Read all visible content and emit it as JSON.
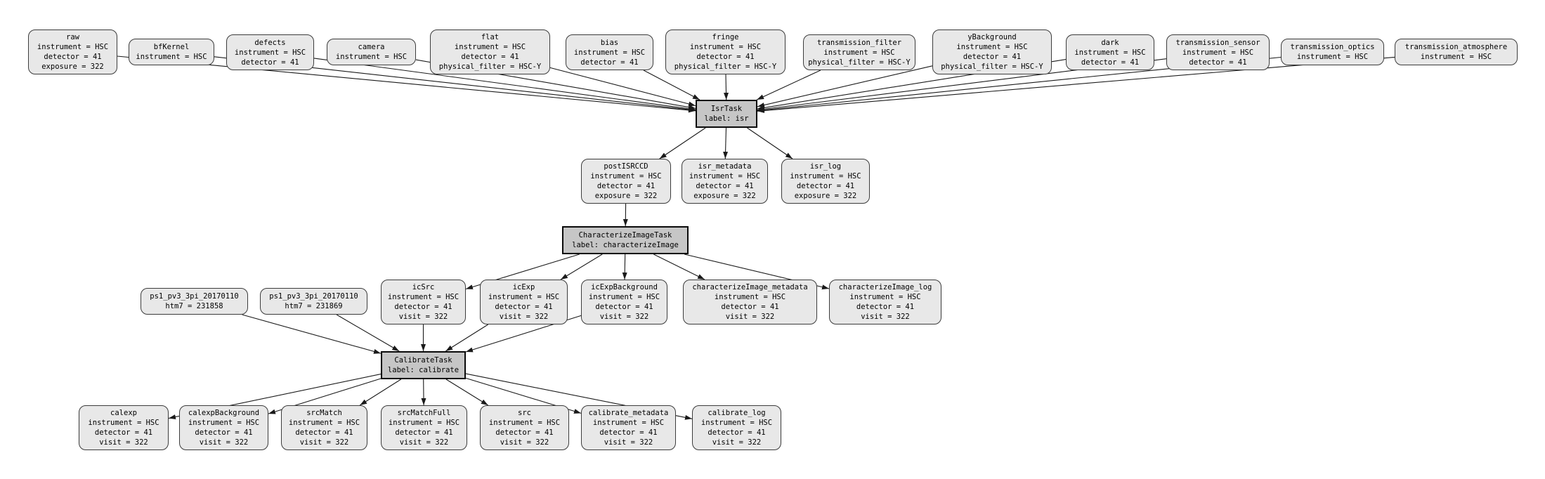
{
  "diagram": {
    "title": "pipeline quantum graph",
    "colors": {
      "background": "#ffffff",
      "dataset_fill": "#e8e8e8",
      "dataset_border": "#3c3c3c",
      "task_fill": "#c6c6c6",
      "task_border": "#0a0a0a",
      "edge": "#1a1a1a",
      "text": "#000000"
    }
  },
  "nodes": {
    "raw": {
      "kind": "dataset",
      "lines": [
        "raw",
        "instrument = HSC",
        "detector = 41",
        "exposure = 322"
      ]
    },
    "bfKernel": {
      "kind": "dataset",
      "lines": [
        "bfKernel",
        "instrument = HSC"
      ]
    },
    "defects": {
      "kind": "dataset",
      "lines": [
        "defects",
        "instrument = HSC",
        "detector = 41"
      ]
    },
    "camera": {
      "kind": "dataset",
      "lines": [
        "camera",
        "instrument = HSC"
      ]
    },
    "flat": {
      "kind": "dataset",
      "lines": [
        "flat",
        "instrument = HSC",
        "detector = 41",
        "physical_filter = HSC-Y"
      ]
    },
    "bias": {
      "kind": "dataset",
      "lines": [
        "bias",
        "instrument = HSC",
        "detector = 41"
      ]
    },
    "fringe": {
      "kind": "dataset",
      "lines": [
        "fringe",
        "instrument = HSC",
        "detector = 41",
        "physical_filter = HSC-Y"
      ]
    },
    "transmission_filter": {
      "kind": "dataset",
      "lines": [
        "transmission_filter",
        "instrument = HSC",
        "physical_filter = HSC-Y"
      ]
    },
    "yBackground": {
      "kind": "dataset",
      "lines": [
        "yBackground",
        "instrument = HSC",
        "detector = 41",
        "physical_filter = HSC-Y"
      ]
    },
    "dark": {
      "kind": "dataset",
      "lines": [
        "dark",
        "instrument = HSC",
        "detector = 41"
      ]
    },
    "transmission_sensor": {
      "kind": "dataset",
      "lines": [
        "transmission_sensor",
        "instrument = HSC",
        "detector = 41"
      ]
    },
    "transmission_optics": {
      "kind": "dataset",
      "lines": [
        "transmission_optics",
        "instrument = HSC"
      ]
    },
    "transmission_atmosphere": {
      "kind": "dataset",
      "lines": [
        "transmission_atmosphere",
        "instrument = HSC"
      ]
    },
    "isr": {
      "kind": "task",
      "lines": [
        "IsrTask",
        "label: isr"
      ]
    },
    "postISRCCD": {
      "kind": "dataset",
      "lines": [
        "postISRCCD",
        "instrument = HSC",
        "detector = 41",
        "exposure = 322"
      ]
    },
    "isr_metadata": {
      "kind": "dataset",
      "lines": [
        "isr_metadata",
        "instrument = HSC",
        "detector = 41",
        "exposure = 322"
      ]
    },
    "isr_log": {
      "kind": "dataset",
      "lines": [
        "isr_log",
        "instrument = HSC",
        "detector = 41",
        "exposure = 322"
      ]
    },
    "characterizeImage": {
      "kind": "task",
      "lines": [
        "CharacterizeImageTask",
        "label: characterizeImage"
      ]
    },
    "ps1_a": {
      "kind": "dataset",
      "lines": [
        "ps1_pv3_3pi_20170110",
        "htm7 = 231858"
      ]
    },
    "ps1_b": {
      "kind": "dataset",
      "lines": [
        "ps1_pv3_3pi_20170110",
        "htm7 = 231869"
      ]
    },
    "icSrc": {
      "kind": "dataset",
      "lines": [
        "icSrc",
        "instrument = HSC",
        "detector = 41",
        "visit = 322"
      ]
    },
    "icExp": {
      "kind": "dataset",
      "lines": [
        "icExp",
        "instrument = HSC",
        "detector = 41",
        "visit = 322"
      ]
    },
    "icExpBackground": {
      "kind": "dataset",
      "lines": [
        "icExpBackground",
        "instrument = HSC",
        "detector = 41",
        "visit = 322"
      ]
    },
    "characterizeImage_metadata": {
      "kind": "dataset",
      "lines": [
        "characterizeImage_metadata",
        "instrument = HSC",
        "detector = 41",
        "visit = 322"
      ]
    },
    "characterizeImage_log": {
      "kind": "dataset",
      "lines": [
        "characterizeImage_log",
        "instrument = HSC",
        "detector = 41",
        "visit = 322"
      ]
    },
    "calibrate": {
      "kind": "task",
      "lines": [
        "CalibrateTask",
        "label: calibrate"
      ]
    },
    "calexp": {
      "kind": "dataset",
      "lines": [
        "calexp",
        "instrument = HSC",
        "detector = 41",
        "visit = 322"
      ]
    },
    "calexpBackground": {
      "kind": "dataset",
      "lines": [
        "calexpBackground",
        "instrument = HSC",
        "detector = 41",
        "visit = 322"
      ]
    },
    "srcMatch": {
      "kind": "dataset",
      "lines": [
        "srcMatch",
        "instrument = HSC",
        "detector = 41",
        "visit = 322"
      ]
    },
    "srcMatchFull": {
      "kind": "dataset",
      "lines": [
        "srcMatchFull",
        "instrument = HSC",
        "detector = 41",
        "visit = 322"
      ]
    },
    "src": {
      "kind": "dataset",
      "lines": [
        "src",
        "instrument = HSC",
        "detector = 41",
        "visit = 322"
      ]
    },
    "calibrate_metadata": {
      "kind": "dataset",
      "lines": [
        "calibrate_metadata",
        "instrument = HSC",
        "detector = 41",
        "visit = 322"
      ]
    },
    "calibrate_log": {
      "kind": "dataset",
      "lines": [
        "calibrate_log",
        "instrument = HSC",
        "detector = 41",
        "visit = 322"
      ]
    }
  },
  "edges": [
    {
      "from": "raw",
      "to": "isr"
    },
    {
      "from": "bfKernel",
      "to": "isr"
    },
    {
      "from": "defects",
      "to": "isr"
    },
    {
      "from": "camera",
      "to": "isr"
    },
    {
      "from": "flat",
      "to": "isr"
    },
    {
      "from": "bias",
      "to": "isr"
    },
    {
      "from": "fringe",
      "to": "isr"
    },
    {
      "from": "transmission_filter",
      "to": "isr"
    },
    {
      "from": "yBackground",
      "to": "isr"
    },
    {
      "from": "dark",
      "to": "isr"
    },
    {
      "from": "transmission_sensor",
      "to": "isr"
    },
    {
      "from": "transmission_optics",
      "to": "isr"
    },
    {
      "from": "transmission_atmosphere",
      "to": "isr"
    },
    {
      "from": "isr",
      "to": "postISRCCD"
    },
    {
      "from": "isr",
      "to": "isr_metadata"
    },
    {
      "from": "isr",
      "to": "isr_log"
    },
    {
      "from": "postISRCCD",
      "to": "characterizeImage"
    },
    {
      "from": "characterizeImage",
      "to": "icSrc"
    },
    {
      "from": "characterizeImage",
      "to": "icExp"
    },
    {
      "from": "characterizeImage",
      "to": "icExpBackground"
    },
    {
      "from": "characterizeImage",
      "to": "characterizeImage_metadata"
    },
    {
      "from": "characterizeImage",
      "to": "characterizeImage_log"
    },
    {
      "from": "ps1_a",
      "to": "calibrate"
    },
    {
      "from": "ps1_b",
      "to": "calibrate"
    },
    {
      "from": "icSrc",
      "to": "calibrate"
    },
    {
      "from": "icExp",
      "to": "calibrate"
    },
    {
      "from": "icExpBackground",
      "to": "calibrate"
    },
    {
      "from": "calibrate",
      "to": "calexp"
    },
    {
      "from": "calibrate",
      "to": "calexpBackground"
    },
    {
      "from": "calibrate",
      "to": "srcMatch"
    },
    {
      "from": "calibrate",
      "to": "srcMatchFull"
    },
    {
      "from": "calibrate",
      "to": "src"
    },
    {
      "from": "calibrate",
      "to": "calibrate_metadata"
    },
    {
      "from": "calibrate",
      "to": "calibrate_log"
    }
  ]
}
